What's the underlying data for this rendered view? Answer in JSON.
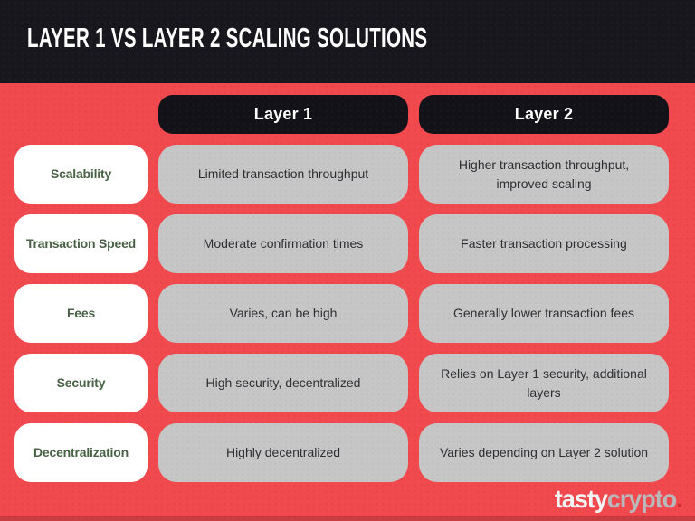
{
  "header": {
    "title": "LAYER 1 VS LAYER 2 SCALING SOLUTIONS"
  },
  "chart_data": {
    "type": "table",
    "title": "LAYER 1 VS LAYER 2 SCALING SOLUTIONS",
    "columns": [
      "Layer 1",
      "Layer 2"
    ],
    "rows": [
      {
        "label": "Scalability",
        "cells": [
          "Limited transaction throughput",
          "Higher transaction throughput, improved scaling"
        ]
      },
      {
        "label": "Transaction Speed",
        "cells": [
          "Moderate confirmation times",
          "Faster transaction processing"
        ]
      },
      {
        "label": "Fees",
        "cells": [
          "Varies, can be high",
          "Generally lower transaction fees"
        ]
      },
      {
        "label": "Security",
        "cells": [
          "High security, decentralized",
          "Relies on Layer 1 security, additional layers"
        ]
      },
      {
        "label": "Decentralization",
        "cells": [
          "Highly decentralized",
          "Varies depending on Layer 2 solution"
        ]
      }
    ]
  },
  "footer": {
    "brand_primary": "tasty",
    "brand_secondary": "crypto",
    "brand_accent_dot": "."
  },
  "colors": {
    "header_black": "#17171d",
    "pill_black": "#121218",
    "background_red": "#f04a4e",
    "cell_gray": "#c5c6c5",
    "label_green": "#486245",
    "cell_text": "#2f2f33",
    "title_white": "#ffffff",
    "logo_white": "#f4f4f4",
    "logo_silver": "#b9b9bb",
    "logo_dot_red": "#d22f33"
  }
}
